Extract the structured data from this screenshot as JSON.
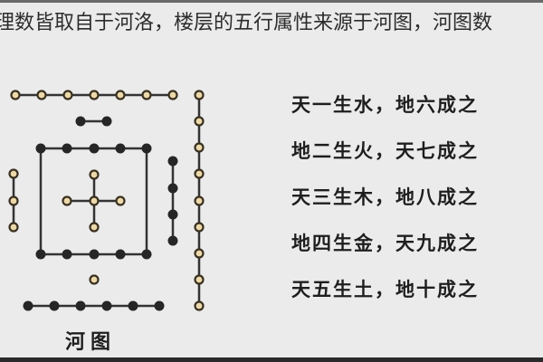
{
  "header": {
    "text": "理数皆取自于河洛，楼层的五行属性来源于河图，河图数"
  },
  "diagram": {
    "label": "河图",
    "colors": {
      "white_dot_fill": "#ecd9aa",
      "white_dot_stroke": "#3a3020",
      "black_dot_fill": "#262626",
      "line": "#333333"
    },
    "groups": [
      {
        "name": "top-white-row",
        "type": "white",
        "count": 7,
        "position": "north-outer"
      },
      {
        "name": "top-black-pair",
        "type": "black",
        "count": 2,
        "position": "north-inner"
      },
      {
        "name": "right-white-column",
        "type": "white",
        "count": 9,
        "position": "east-outer"
      },
      {
        "name": "right-black-column",
        "type": "black",
        "count": 4,
        "position": "east-inner"
      },
      {
        "name": "left-white-column",
        "type": "white",
        "count": 3,
        "position": "west-inner"
      },
      {
        "name": "center-black-square",
        "type": "black",
        "count": 10,
        "position": "center-outer"
      },
      {
        "name": "center-white-cross",
        "type": "white",
        "count": 5,
        "position": "center"
      },
      {
        "name": "bottom-white-single",
        "type": "white",
        "count": 1,
        "position": "south-inner"
      },
      {
        "name": "bottom-black-row",
        "type": "black",
        "count": 6,
        "position": "south-outer"
      }
    ]
  },
  "verses": [
    {
      "text": "天一生水，地六成之"
    },
    {
      "text": "地二生火，天七成之"
    },
    {
      "text": "天三生木，地八成之"
    },
    {
      "text": "地四生金，天九成之"
    },
    {
      "text": "天五生土，地十成之"
    }
  ]
}
